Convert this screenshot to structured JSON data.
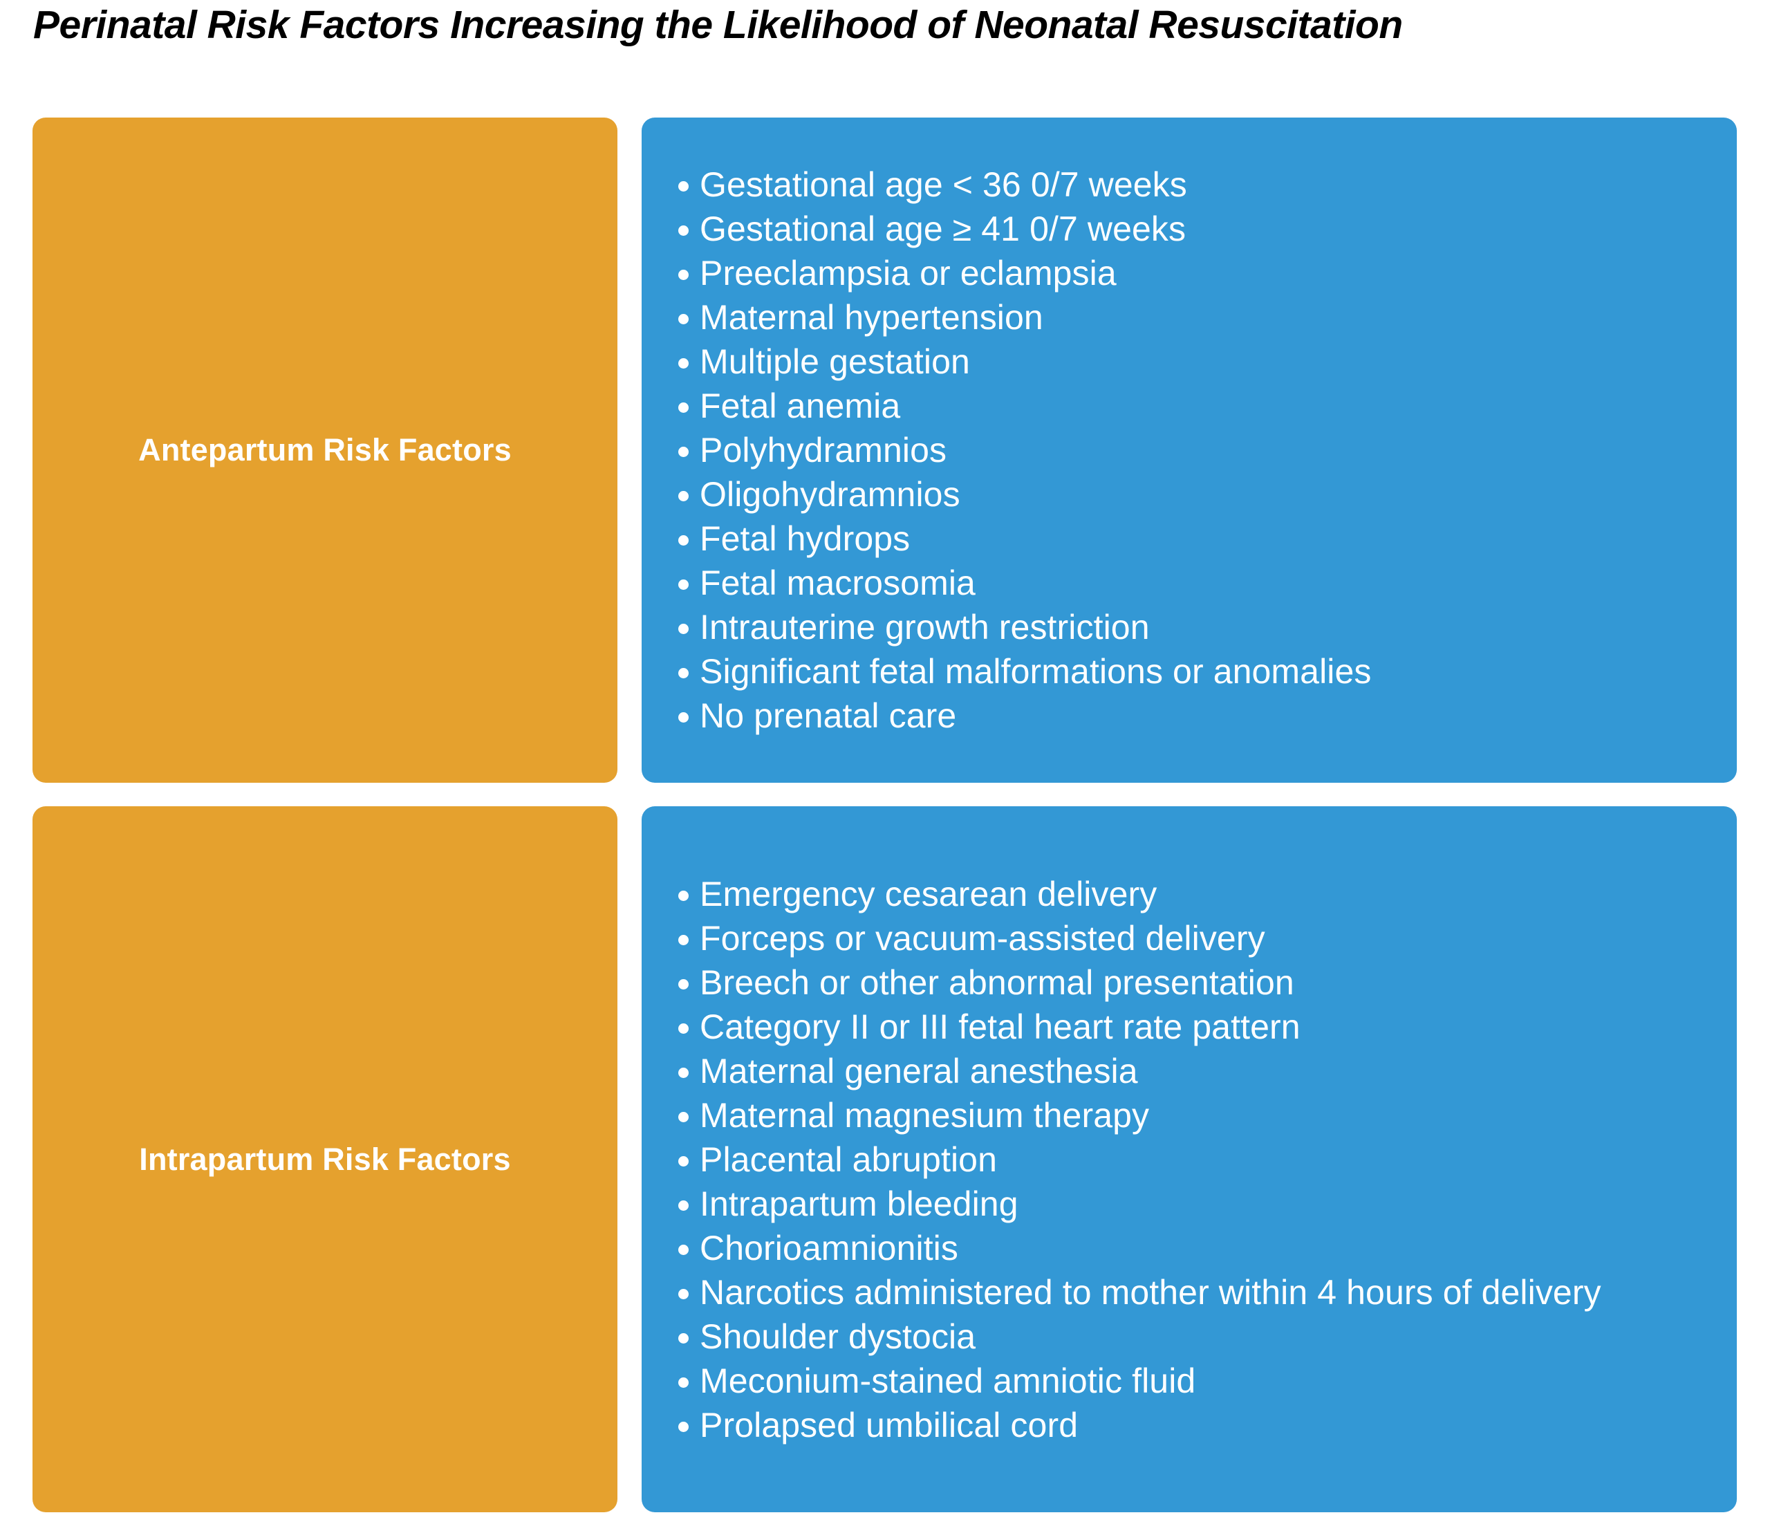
{
  "title": "Perinatal Risk Factors Increasing the Likelihood of Neonatal Resuscitation",
  "colors": {
    "category_box": "#E5A12E",
    "list_box": "#3398D5",
    "text_on_box": "#FFFFFF",
    "title": "#000000",
    "background": "#FFFFFF"
  },
  "rows": [
    {
      "category": "Antepartum Risk Factors",
      "items": [
        "Gestational age < 36 0/7 weeks",
        "Gestational age ≥ 41 0/7 weeks",
        "Preeclampsia or eclampsia",
        "Maternal hypertension",
        "Multiple gestation",
        "Fetal anemia",
        "Polyhydramnios",
        "Oligohydramnios",
        "Fetal hydrops",
        "Fetal macrosomia",
        "Intrauterine growth restriction",
        "Significant fetal malformations or anomalies",
        "No prenatal care"
      ]
    },
    {
      "category": "Intrapartum Risk Factors",
      "items": [
        "Emergency cesarean delivery",
        "Forceps or vacuum-assisted delivery",
        "Breech or other abnormal presentation",
        "Category II or III fetal heart rate pattern",
        "Maternal general anesthesia",
        "Maternal magnesium therapy",
        "Placental abruption",
        "Intrapartum bleeding",
        "Chorioamnionitis",
        "Narcotics administered to mother within 4 hours of delivery",
        "Shoulder dystocia",
        "Meconium-stained amniotic fluid",
        "Prolapsed umbilical cord"
      ]
    }
  ]
}
